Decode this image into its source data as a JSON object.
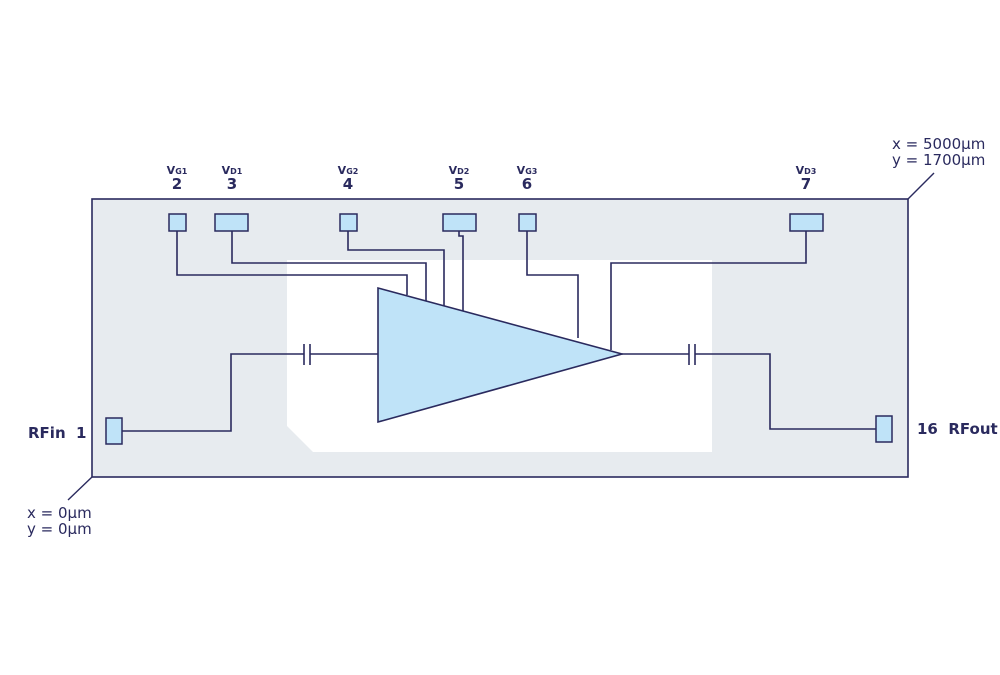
{
  "colors": {
    "chip_fill": "#e7ebef",
    "inner_fill": "#ffffff",
    "amp_fill": "#bfe3f8",
    "pad_fill": "#bfe3f8",
    "line": "#2a2a5e"
  },
  "pins": {
    "vg1": {
      "v": "V",
      "sub": "G1",
      "num": "2"
    },
    "vd1": {
      "v": "V",
      "sub": "D1",
      "num": "3"
    },
    "vg2": {
      "v": "V",
      "sub": "G2",
      "num": "4"
    },
    "vd2": {
      "v": "V",
      "sub": "D2",
      "num": "5"
    },
    "vg3": {
      "v": "V",
      "sub": "G3",
      "num": "6"
    },
    "vd3": {
      "v": "V",
      "sub": "D3",
      "num": "7"
    },
    "rfin": {
      "label": "RFin  1"
    },
    "rfout": {
      "label": "16  RFout"
    }
  },
  "coords": {
    "top_right": {
      "x": "x = 5000µm",
      "y": "y = 1700µm"
    },
    "bottom_left": {
      "x": "x = 0µm",
      "y": "y = 0µm"
    }
  }
}
